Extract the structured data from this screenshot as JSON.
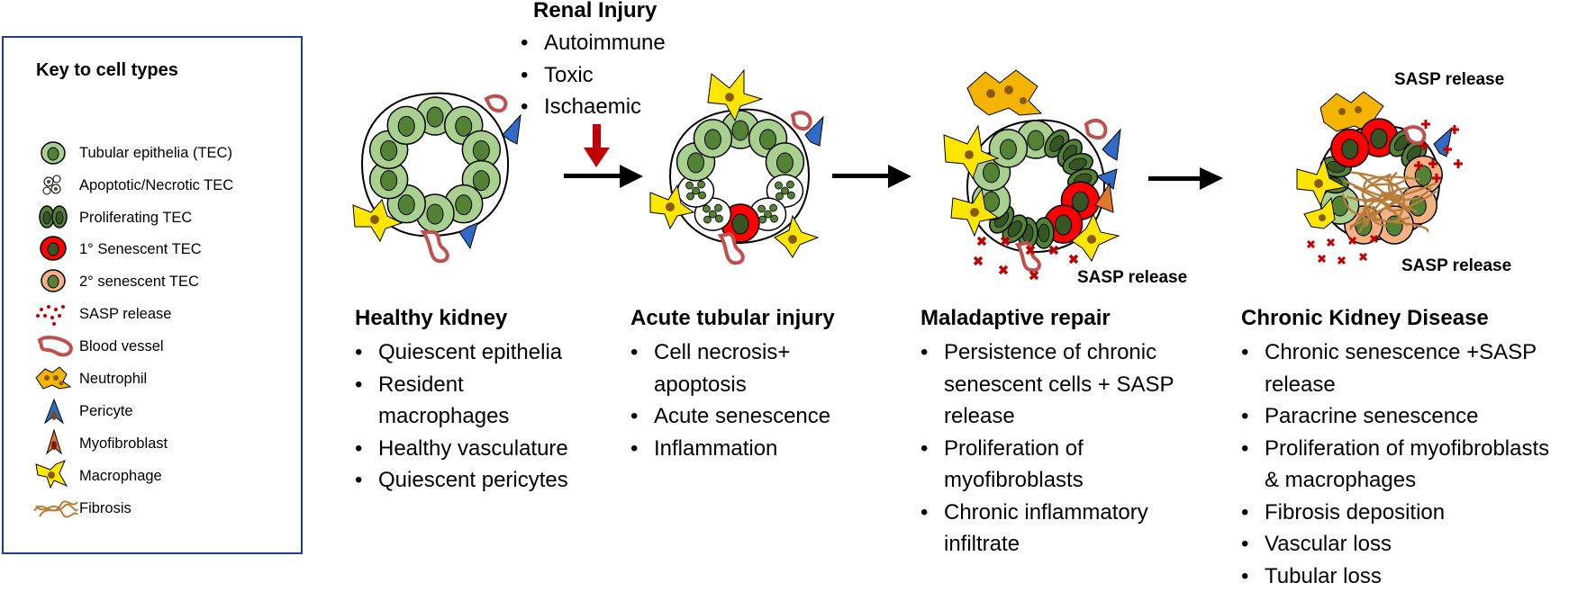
{
  "key": {
    "title": "Key to cell types",
    "items": [
      {
        "label": "Tubular epithelia (TEC)",
        "icon": "tubular-epithelia-icon"
      },
      {
        "label": "Apoptotic/Necrotic TEC",
        "icon": "apoptotic-tec-icon"
      },
      {
        "label": "Proliferating TEC",
        "icon": "proliferating-tec-icon"
      },
      {
        "label": "1° Senescent TEC",
        "icon": "primary-senescent-tec-icon"
      },
      {
        "label": "2° senescent TEC",
        "icon": "secondary-senescent-tec-icon"
      },
      {
        "label": "SASP release",
        "icon": "sasp-release-icon"
      },
      {
        "label": "Blood vessel",
        "icon": "blood-vessel-icon"
      },
      {
        "label": "Neutrophil",
        "icon": "neutrophil-icon"
      },
      {
        "label": "Pericyte",
        "icon": "pericyte-icon"
      },
      {
        "label": "Myofibroblast",
        "icon": "myofibroblast-icon"
      },
      {
        "label": "Macrophage",
        "icon": "macrophage-icon"
      },
      {
        "label": "Fibrosis",
        "icon": "fibrosis-icon"
      }
    ]
  },
  "injury": {
    "title": "Renal Injury",
    "items": [
      "Autoimmune",
      "Toxic",
      "Ischaemic"
    ]
  },
  "stages": [
    {
      "title": "Healthy kidney",
      "items": [
        "Quiescent epithelia",
        "Resident",
        "macrophages",
        "Healthy vasculature",
        "Quiescent pericytes"
      ]
    },
    {
      "title": "Acute tubular injury",
      "items": [
        "Cell necrosis+",
        "apoptosis",
        "Acute senescence",
        "Inflammation"
      ]
    },
    {
      "title": "Maladaptive repair",
      "items": [
        "Persistence of chronic",
        "senescent cells + SASP",
        "release",
        "Proliferation of",
        "myofibroblasts",
        "Chronic inflammatory",
        "infiltrate"
      ]
    },
    {
      "title": "Chronic Kidney Disease",
      "items": [
        "Chronic senescence +SASP",
        "release",
        "Paracrine senescence",
        "Proliferation of myofibroblasts",
        "& macrophages",
        "Fibrosis deposition",
        "Vascular loss",
        "Tubular loss"
      ]
    }
  ],
  "sasp_labels": {
    "maladaptive": "SASP release",
    "ckd_top": "SASP release",
    "ckd_bottom": "SASP release"
  },
  "colors": {
    "key_border": "#1f3a93",
    "tec_light": "#a9d08e",
    "tec_dark": "#548235",
    "nucleus": "#375623",
    "senescent_red": "#ff0000",
    "secondary_senescent": "#f4b183",
    "sasp": "#c00000",
    "neutrophil": "#f4b400",
    "pericyte": "#2f6bc7",
    "macrophage": "#ffe600",
    "fibrosis": "#b87d3a",
    "vessel": "#c0504d",
    "injury_arrow": "#c00000"
  }
}
